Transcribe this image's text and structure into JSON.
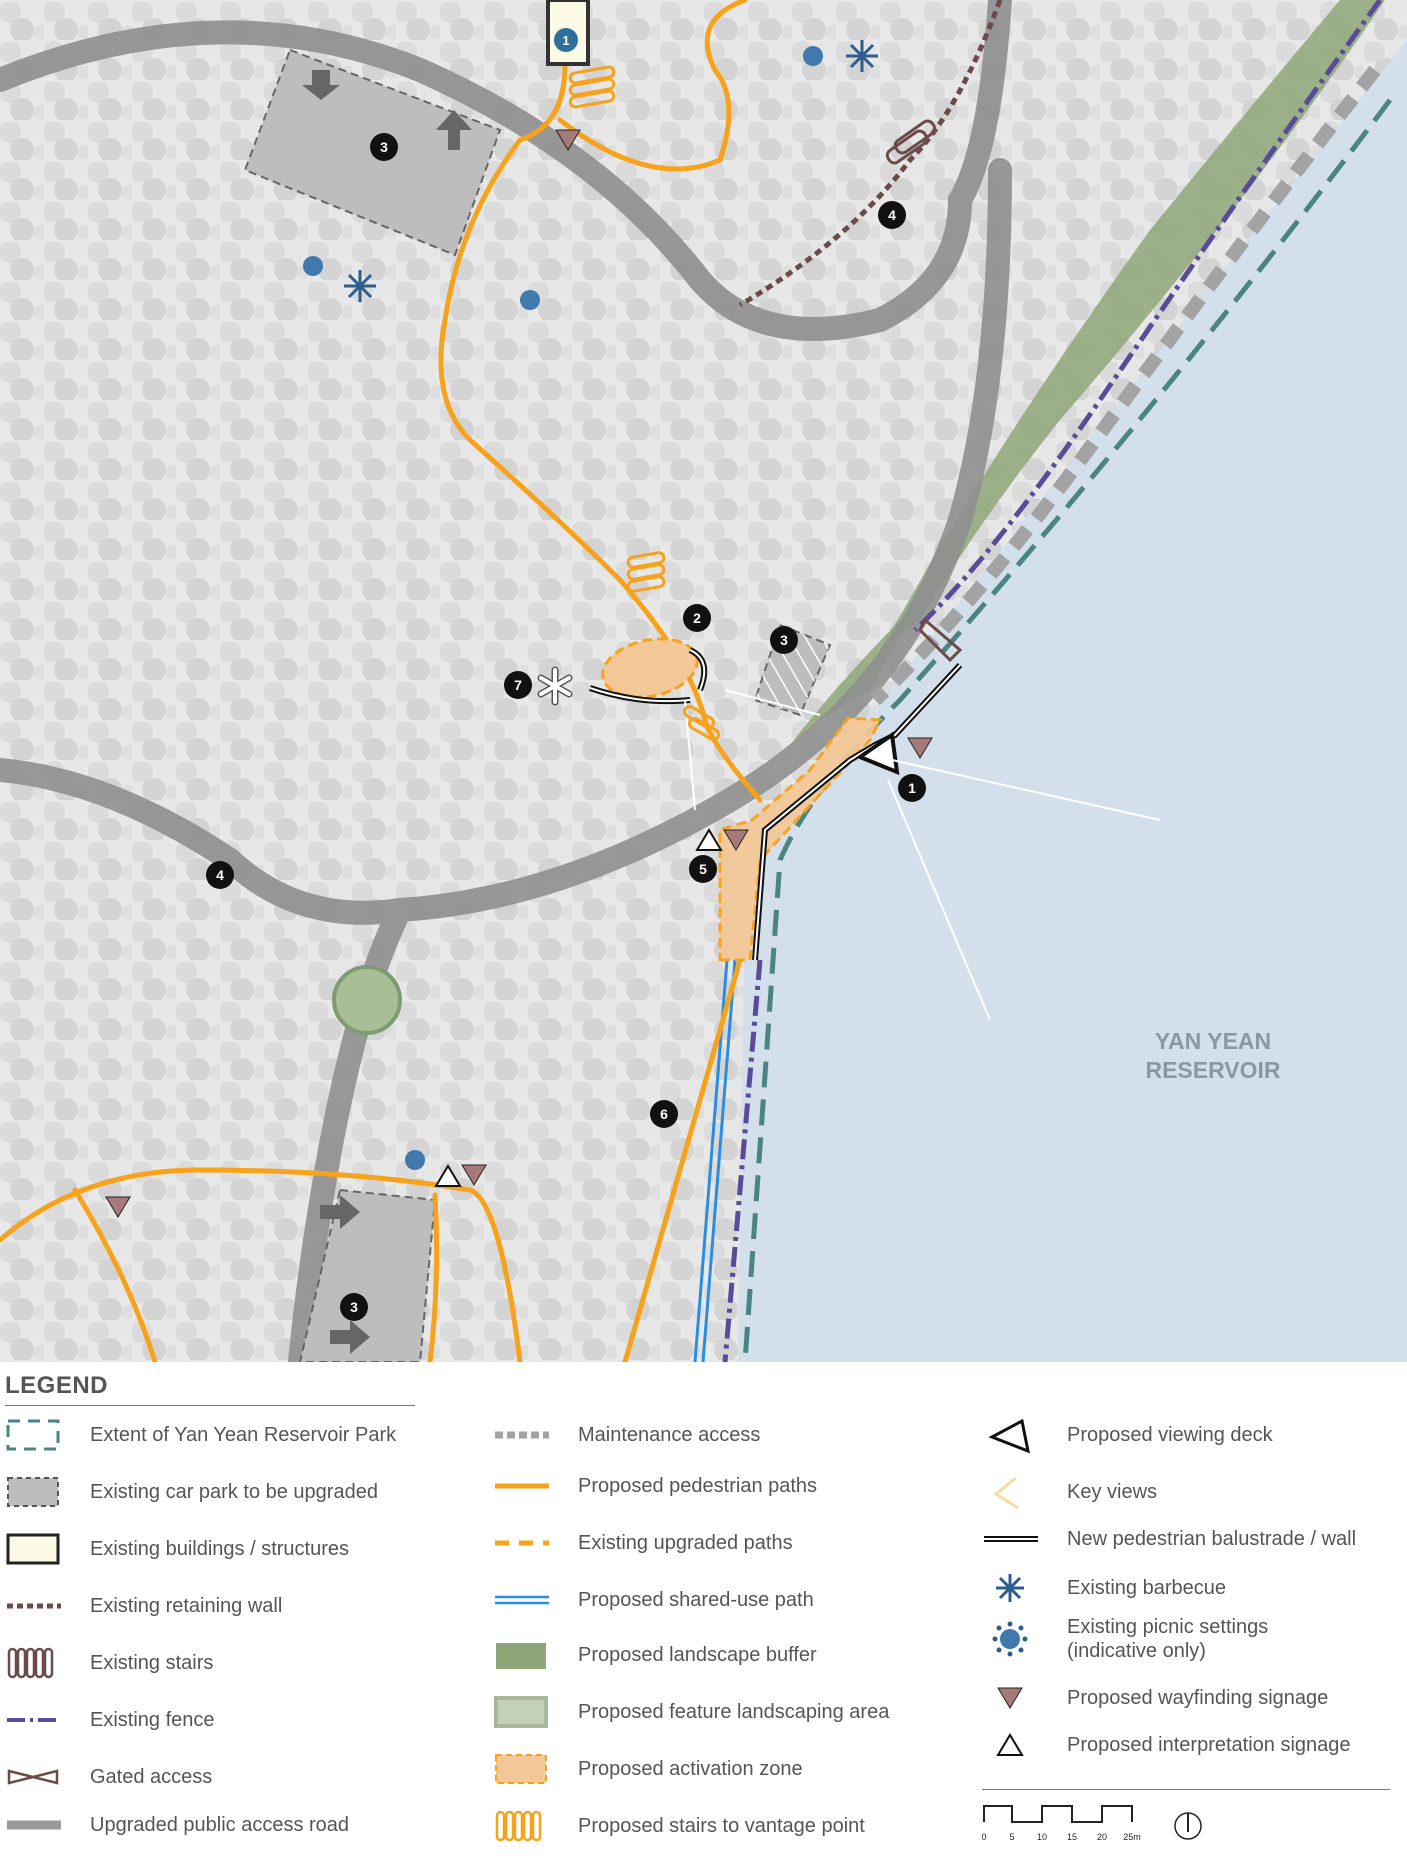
{
  "map": {
    "water_label_line1": "YAN YEAN",
    "water_label_line2": "RESERVOIR",
    "markers": [
      {
        "id": "m1-top",
        "label": "1",
        "style": "building"
      },
      {
        "id": "m1",
        "label": "1"
      },
      {
        "id": "m2",
        "label": "2"
      },
      {
        "id": "m3-a",
        "label": "3"
      },
      {
        "id": "m3-b",
        "label": "3"
      },
      {
        "id": "m3-c",
        "label": "3"
      },
      {
        "id": "m4-a",
        "label": "4"
      },
      {
        "id": "m4-b",
        "label": "4"
      },
      {
        "id": "m5",
        "label": "5"
      },
      {
        "id": "m6",
        "label": "6"
      },
      {
        "id": "m7",
        "label": "7"
      }
    ]
  },
  "legend": {
    "title": "LEGEND",
    "columns": [
      [
        {
          "icon": "park-extent-icon",
          "label": "Extent of Yan Yean Reservoir Park"
        },
        {
          "icon": "car-park-icon",
          "label": "Existing car park to be upgraded"
        },
        {
          "icon": "building-icon",
          "label": "Existing buildings / structures"
        },
        {
          "icon": "retaining-wall-icon",
          "label": "Existing retaining wall"
        },
        {
          "icon": "stairs-icon",
          "label": "Existing stairs"
        },
        {
          "icon": "fence-icon",
          "label": "Existing fence"
        },
        {
          "icon": "gated-access-icon",
          "label": "Gated access"
        },
        {
          "icon": "road-icon",
          "label": "Upgraded public access road"
        }
      ],
      [
        {
          "icon": "maintenance-access-icon",
          "label": "Maintenance access"
        },
        {
          "icon": "pedestrian-path-icon",
          "label": "Proposed pedestrian paths"
        },
        {
          "icon": "upgraded-path-icon",
          "label": "Existing upgraded paths"
        },
        {
          "icon": "shared-use-path-icon",
          "label": "Proposed shared-use path"
        },
        {
          "icon": "landscape-buffer-icon",
          "label": "Proposed landscape buffer"
        },
        {
          "icon": "feature-landscaping-icon",
          "label": "Proposed feature landscaping area"
        },
        {
          "icon": "activation-zone-icon",
          "label": "Proposed activation zone"
        },
        {
          "icon": "vantage-stairs-icon",
          "label": "Proposed stairs to vantage point"
        }
      ],
      [
        {
          "icon": "viewing-deck-icon",
          "label": "Proposed viewing deck"
        },
        {
          "icon": "key-views-icon",
          "label": "Key views"
        },
        {
          "icon": "balustrade-icon",
          "label": "New pedestrian balustrade / wall"
        },
        {
          "icon": "barbecue-icon",
          "label": "Existing barbecue"
        },
        {
          "icon": "picnic-icon",
          "label": "Existing picnic settings (indicative only)"
        },
        {
          "icon": "wayfinding-icon",
          "label": "Proposed wayfinding signage"
        },
        {
          "icon": "interpretation-icon",
          "label": "Proposed interpretation signage"
        }
      ]
    ],
    "scale": {
      "ticks": [
        "0",
        "5",
        "10",
        "15",
        "20",
        "25m"
      ]
    },
    "north_symbol": "north-arrow-icon"
  },
  "colors": {
    "path_orange": "#f7a21b",
    "water": "#d3dfeb",
    "road": "#8f8f8f",
    "buffer_green": "#8ea679",
    "marker_black": "#111111",
    "signage": "#a77a7a",
    "picnic_blue": "#3f79ad",
    "fence_purple": "#5a4a9a",
    "extent_teal": "#4a8583",
    "wall_brown": "#6b4a4a",
    "shared_blue": "#2a8de0"
  }
}
